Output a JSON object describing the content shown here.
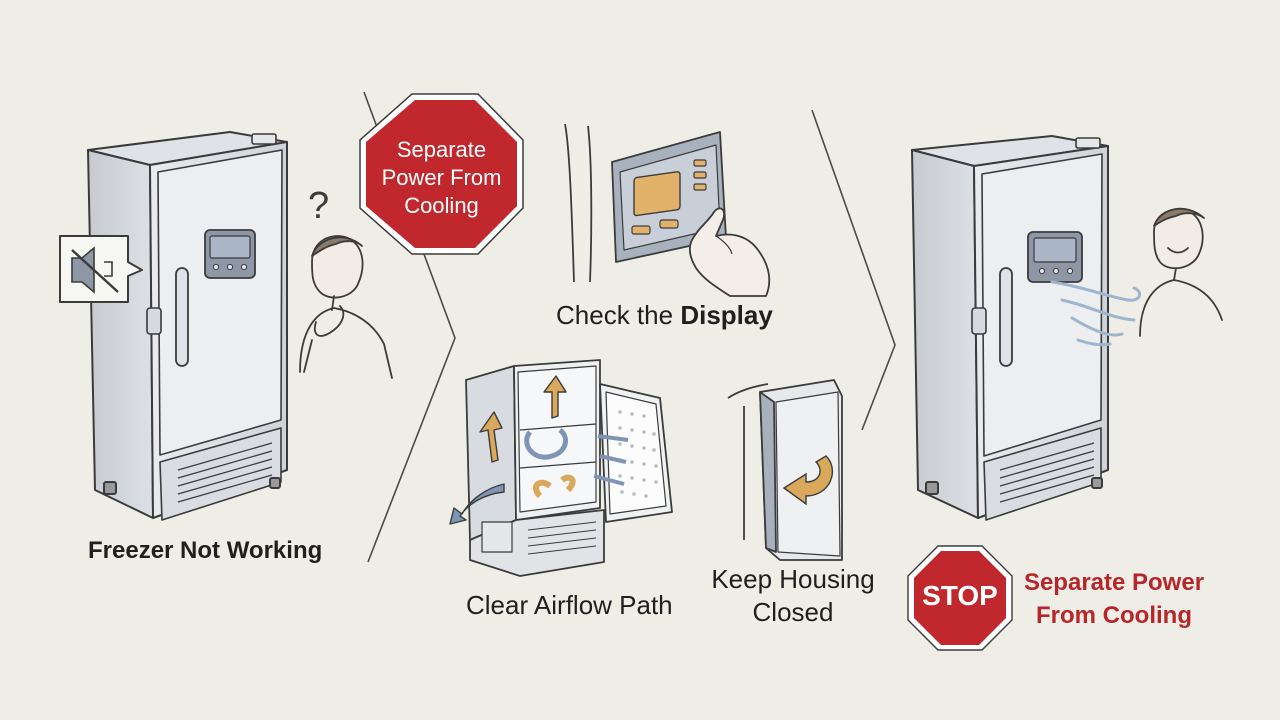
{
  "labels": {
    "freezer_not_working": "Freezer Not Working",
    "check_the": "Check the",
    "display": "Display",
    "clear_airflow_path": "Clear Airflow Path",
    "keep_housing_line1": "Keep Housing",
    "keep_housing_line2": "Closed",
    "stop": "STOP",
    "separate_power_line1": "Separate Power",
    "separate_power_line2": "From Cooling"
  },
  "octagon_sign": {
    "line1": "Separate",
    "line2": "Power From",
    "line3": "Cooling"
  },
  "colors": {
    "background": "#efeee6",
    "sign_red": "#c0282d",
    "accent_red_text": "#b5272b",
    "display_tan": "#e2b16a",
    "panel_slate": "#8d97a6",
    "arrow_tan": "#d9a85c",
    "airflow_blue": "#7f95b5",
    "outline": "#3b3b3b"
  },
  "icons": [
    "muted-speaker-icon",
    "question-mark-icon",
    "airflow-arrow-icon",
    "door-close-arrow-icon",
    "wind-swirl-icon"
  ]
}
